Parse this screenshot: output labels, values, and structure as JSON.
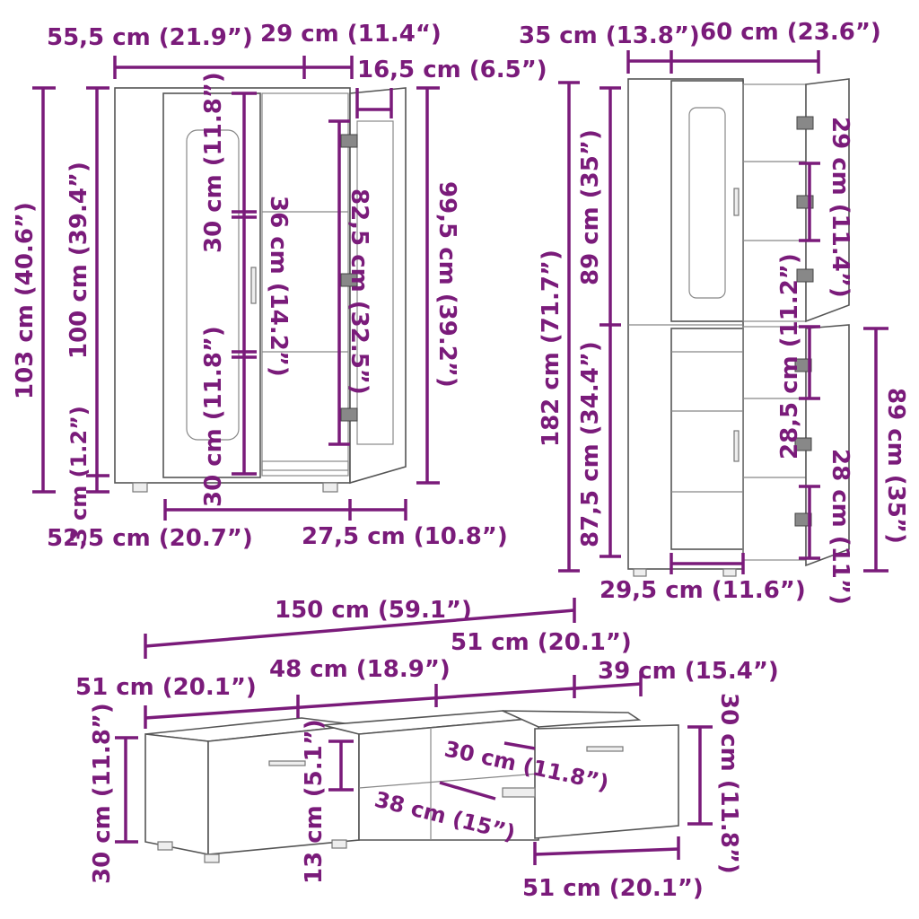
{
  "labels": {
    "a1": "55,5 cm (21.9”)",
    "a2": "29 cm (11.4“)",
    "a3": "16,5 cm (6.5”)",
    "a4": "103 cm (40.6”)",
    "a5": "100 cm (39.4”)",
    "a6": "3 cm (1.2”)",
    "a7": "30 cm (11.8”)",
    "a8": "36 cm (14.2”)",
    "a9": "30 cm (11.8”)",
    "a10": "82,5 cm (32.5”)",
    "a11": "99,5 cm (39.2”)",
    "a12": "52,5 cm (20.7”)",
    "a13": "27,5 cm (10.8”)",
    "b1": "35 cm (13.8”)",
    "b2": "60 cm (23.6”)",
    "b3": "182 cm (71.7”)",
    "b4": "89 cm (35”)",
    "b5": "87,5 cm (34.4”)",
    "b6": "29 cm (11.4”)",
    "b7": "28,5 cm (11.2”)",
    "b8": "28 cm (11”)",
    "b9": "89 cm (35”)",
    "b10": "29,5 cm (11.6”)",
    "c1": "150 cm (59.1”)",
    "c2": "51 cm (20.1”)",
    "c3": "48 cm (18.9”)",
    "c4": "51 cm (20.1”)",
    "c5": "39 cm (15.4”)",
    "c6": "30 cm (11.8”)",
    "c7": "13 cm (5.1”)",
    "c8": "30 cm (11.8”)",
    "c9": "38 cm (15”)",
    "c10": "30 cm (11.8”)",
    "c11": "51 cm (20.1”)"
  },
  "colors": {
    "dimension": "#7a1b7a",
    "outline": "#555555"
  }
}
